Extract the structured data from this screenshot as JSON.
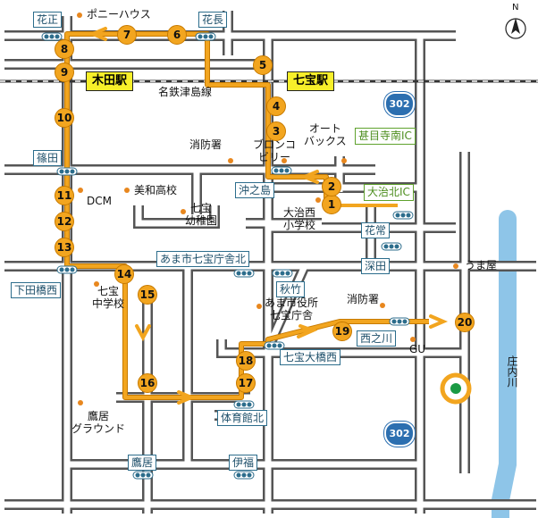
{
  "colors": {
    "road": "#555555",
    "route": "#f2a51f",
    "route_border": "#c77a00",
    "station_fill": "#f7ef2a",
    "box_border": "#2c6d8c",
    "ic_green": "#5fa22d",
    "river": "#8ec5e8",
    "landmark_dot": "#e8871e",
    "destination_dot": "#1a9a44",
    "route_shield": "#2c6fb0"
  },
  "north": "N",
  "railway": {
    "name": "名鉄津島線"
  },
  "stations": [
    "木田駅",
    "七宝駅"
  ],
  "interchanges": [
    "甚目寺南IC",
    "大治北IC"
  ],
  "route_number": "302",
  "river": "庄内川",
  "stops": {
    "kasho": "花正",
    "kacho": "花長",
    "shinoda": "篠田",
    "okinoshima": "沖之島",
    "hanatsune": "花常",
    "fukada": "深田",
    "shimodabashi": "下田橋西",
    "ama_shichiho": "あま市七宝庁舎北",
    "akitake": "秋竹",
    "shichiho_bridge": "七宝大橋西",
    "nishinokawa": "西之川",
    "taiikukan": "体育館北",
    "takasue": "鷹居",
    "ifuku": "伊福"
  },
  "landmarks": {
    "pony_house": "ポニーハウス",
    "fire_station_1": "消防署",
    "autobacs_1": "オート",
    "autobacs_2": "バックス",
    "bronco_1": "ブロンコ",
    "bronco_2": "ビリー",
    "dcm": "DCM",
    "miwa_high": "美和高校",
    "kinder_1": "七宝",
    "kinder_2": "幼稚園",
    "oharu_1": "大治西",
    "oharu_2": "小学校",
    "umaya": "うま屋",
    "jhs_1": "七宝",
    "jhs_2": "中学校",
    "cityhall_1": "あま市役所",
    "cityhall_2": "七宝庁舎",
    "fire_station_2": "消防署",
    "gu": "GU",
    "ground_1": "鷹居",
    "ground_2": "グラウンド"
  },
  "route_steps": [
    "1",
    "2",
    "3",
    "4",
    "5",
    "6",
    "7",
    "8",
    "9",
    "10",
    "11",
    "12",
    "13",
    "14",
    "15",
    "16",
    "17",
    "18",
    "19",
    "20"
  ]
}
